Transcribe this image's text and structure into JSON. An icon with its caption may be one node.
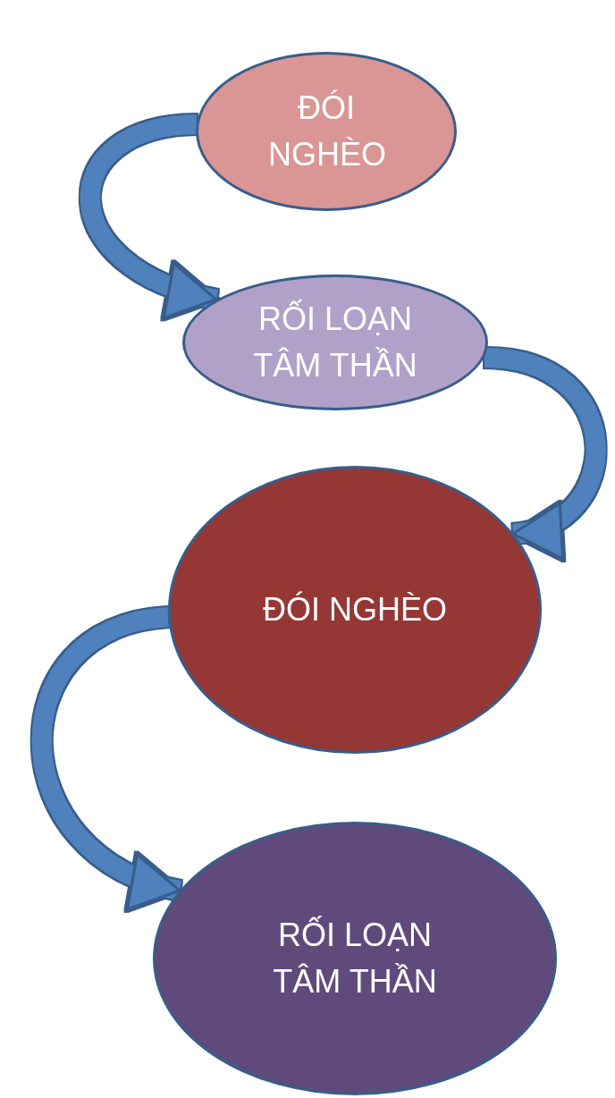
{
  "diagram": {
    "nodes": [
      {
        "text": [
          "ĐÓI NGHÈO"
        ]
      },
      {
        "text": [
          "RỐI LOẠN TÂM THẦN"
        ]
      },
      {
        "text": [
          "ĐÓI NGHÈO"
        ]
      },
      {
        "text": [
          "RỐI LOẠN TÂM THẦN"
        ]
      }
    ],
    "edges": [
      {
        "from": 0,
        "to": 1,
        "arrow": "to"
      },
      {
        "from": 1,
        "to": 2,
        "arrow": "to"
      },
      {
        "from": 2,
        "to": 3,
        "arrow": "to"
      }
    ]
  }
}
